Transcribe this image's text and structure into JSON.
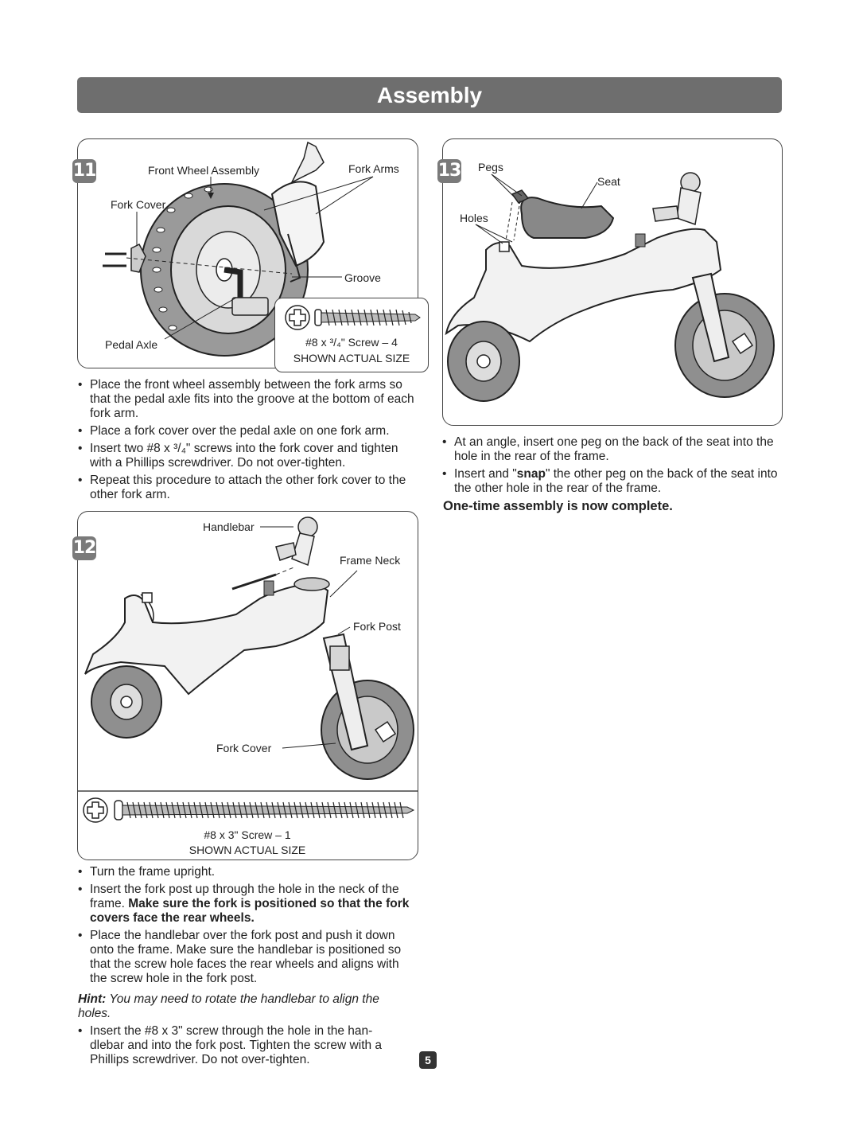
{
  "header": {
    "title": "Assembly"
  },
  "step11": {
    "number": "11",
    "labels": {
      "front_wheel_assembly": "Front Wheel Assembly",
      "fork_arms": "Fork Arms",
      "fork_cover": "Fork Cover",
      "groove": "Groove",
      "pedal_axle": "Pedal Axle"
    },
    "screw": {
      "spec": "#8 x ³/₄\" Screw – 4",
      "note": "SHOWN ACTUAL SIZE"
    },
    "instructions": [
      "Place the front wheel assembly between the fork arms so that the pedal axle fits into the groove at the bottom of each fork arm.",
      "Place a fork cover over the pedal axle on one fork arm.",
      "Insert two #8 x ³/₄\" screws into the fork cover and tighten with a Phillips screwdriver. Do not over-tighten.",
      "Repeat this procedure to attach the other fork cover to the other fork arm."
    ]
  },
  "step12": {
    "number": "12",
    "labels": {
      "handlebar": "Handlebar",
      "frame_neck": "Frame Neck",
      "fork_post": "Fork Post",
      "fork_cover": "Fork Cover"
    },
    "screw": {
      "spec": "#8 x 3\" Screw – 1",
      "note": "SHOWN ACTUAL SIZE"
    },
    "instructions": {
      "b1": "Turn the frame upright.",
      "b2_text": "Insert the fork post up through the hole in the neck of the frame. ",
      "b2_bold": "Make sure the fork is positioned so that the fork covers face the rear wheels.",
      "b3": "Place the handlebar over the fork post and push it down onto the frame. Make sure the handlebar is positioned so that the screw hole faces the rear wheels and aligns with the screw hole in the fork post.",
      "hint_label": "Hint:",
      "hint_text": " You may need to rotate the handlebar to align the holes.",
      "b4": "Insert the #8 x 3\" screw through the hole in the han-dlebar and into the fork post. Tighten the screw with a Phillips screwdriver. Do not over-tighten."
    }
  },
  "step13": {
    "number": "13",
    "labels": {
      "pegs": "Pegs",
      "seat": "Seat",
      "holes": "Holes"
    },
    "instructions": {
      "b1": "At an angle, insert one peg on the back of the seat into the hole in the rear of the frame.",
      "b2_pre": "Insert and \"",
      "b2_bold": "snap",
      "b2_post": "\" the other peg on the back of the seat into the other hole in the rear of the frame."
    },
    "complete": "One-time assembly is now complete."
  },
  "page": {
    "number": "5"
  }
}
